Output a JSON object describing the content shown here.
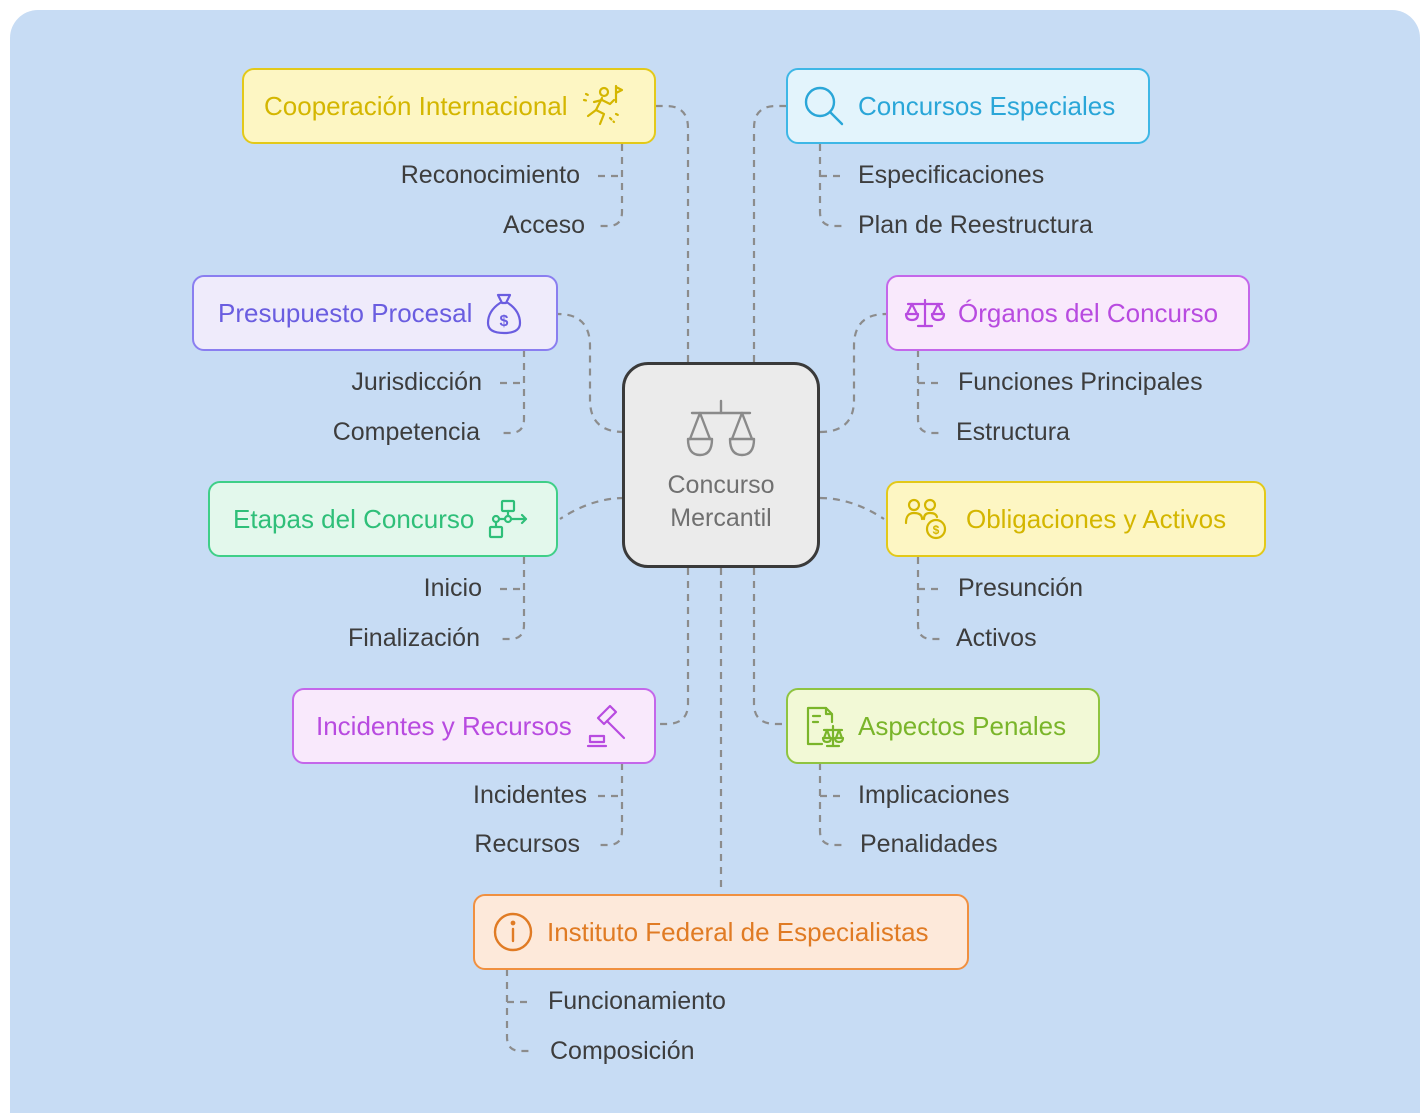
{
  "center": {
    "title_line1": "Concurso",
    "title_line2": "Mercantil",
    "icon": "scales-icon"
  },
  "topics": {
    "cooperacion": {
      "label": "Cooperación Internacional",
      "icon": "running-person-flag-icon",
      "color": "#d4b600",
      "children": [
        "Reconocimiento",
        "Acceso"
      ]
    },
    "presupuesto": {
      "label": "Presupuesto Procesal",
      "icon": "money-bag-icon",
      "color": "#6a5de0",
      "children": [
        "Jurisdicción",
        "Competencia"
      ]
    },
    "etapas": {
      "label": "Etapas del Concurso",
      "icon": "flowchart-icon",
      "color": "#2fbf79",
      "children": [
        "Inicio",
        "Finalización"
      ]
    },
    "incidentes": {
      "label": "Incidentes y Recursos",
      "icon": "gavel-icon",
      "color": "#b84be0",
      "children": [
        "Incidentes",
        "Recursos"
      ]
    },
    "especiales": {
      "label": "Concursos Especiales",
      "icon": "magnifier-icon",
      "color": "#2aa6d8",
      "children": [
        "Especificaciones",
        "Plan de Reestructura"
      ]
    },
    "organos": {
      "label": "Órganos del Concurso",
      "icon": "scales-icon",
      "color": "#b84be0",
      "children": [
        "Funciones Principales",
        "Estructura"
      ]
    },
    "obligaciones": {
      "label": "Obligaciones y Activos",
      "icon": "people-money-icon",
      "color": "#d4b600",
      "children": [
        "Presunción",
        "Activos"
      ]
    },
    "penales": {
      "label": "Aspectos Penales",
      "icon": "legal-document-icon",
      "color": "#7ab52a",
      "children": [
        "Implicaciones",
        "Penalidades"
      ]
    },
    "instituto": {
      "label": "Instituto Federal de Especialistas",
      "icon": "info-icon",
      "color": "#e07b24",
      "children": [
        "Funcionamiento",
        "Composición"
      ]
    }
  }
}
